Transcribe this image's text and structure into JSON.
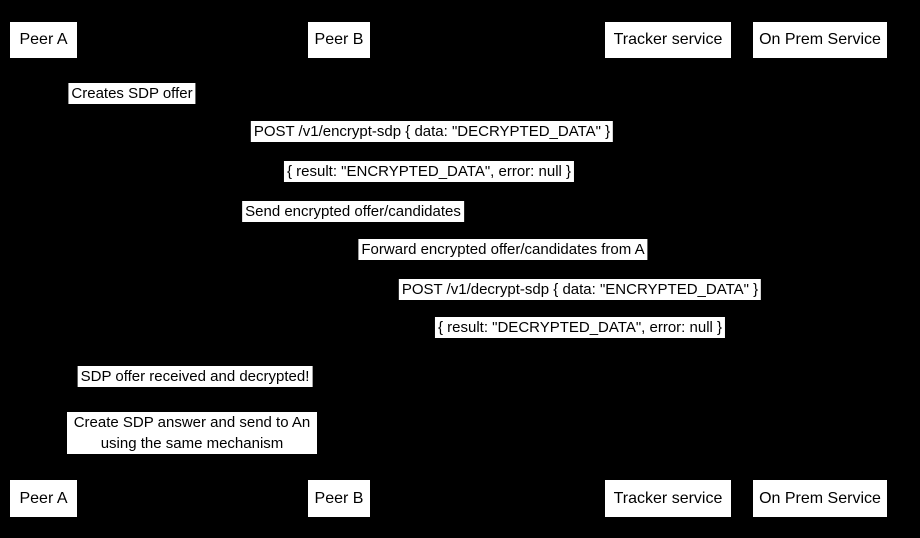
{
  "diagram": {
    "type": "sequence-diagram",
    "colors": {
      "background": "#000000",
      "label_background": "#ffffff",
      "label_text": "#000000"
    },
    "actors": [
      {
        "name": "Peer A"
      },
      {
        "name": "Peer B"
      },
      {
        "name": "Tracker service"
      },
      {
        "name": "On Prem Service"
      }
    ],
    "messages": [
      {
        "text": "Creates SDP offer"
      },
      {
        "text": "POST /v1/encrypt-sdp { data: \"DECRYPTED_DATA\" }"
      },
      {
        "text": "{ result: \"ENCRYPTED_DATA\", error: null }"
      },
      {
        "text": "Send encrypted offer/candidates"
      },
      {
        "text": "Forward encrypted offer/candidates from A"
      },
      {
        "text": "POST /v1/decrypt-sdp { data: \"ENCRYPTED_DATA\" }"
      },
      {
        "text": "{ result: \"DECRYPTED_DATA\", error: null }"
      },
      {
        "text": "SDP offer received and decrypted!"
      },
      {
        "text": "Create SDP answer and send to An using the same mechanism"
      }
    ]
  }
}
